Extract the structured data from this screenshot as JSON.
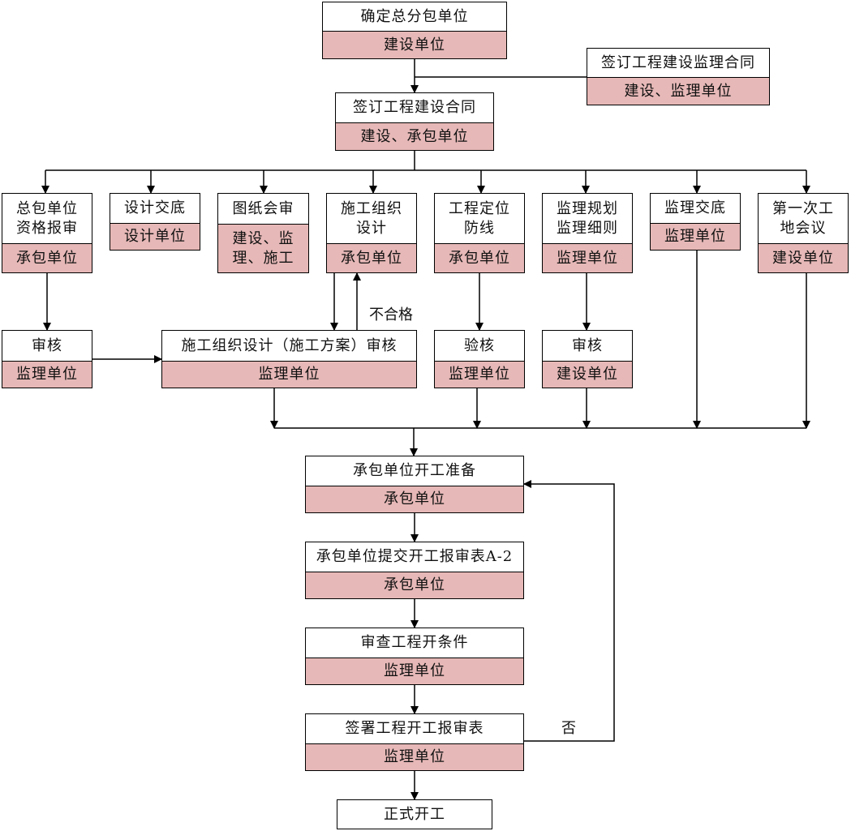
{
  "diagram": {
    "nodes": {
      "n1": {
        "title": "确定总分包单位",
        "actor": "建设单位"
      },
      "n2": {
        "title": "签订工程建设监理合同",
        "actor": "建设、监理单位"
      },
      "n3": {
        "title": "签订工程建设合同",
        "actor": "建设、承包单位"
      },
      "n4": {
        "title": "总包单位\n资格报审",
        "actor": "承包单位"
      },
      "n5": {
        "title": "设计交底",
        "actor": "设计单位"
      },
      "n6": {
        "title": "图纸会审",
        "actor": "建设、监\n理、施工"
      },
      "n7": {
        "title": "施工组织\n设计",
        "actor": "承包单位"
      },
      "n8": {
        "title": "工程定位\n防线",
        "actor": "承包单位"
      },
      "n9": {
        "title": "监理规划\n监理细则",
        "actor": "监理单位"
      },
      "n10": {
        "title": "监理交底",
        "actor": "监理单位"
      },
      "n11": {
        "title": "第一次工\n地会议",
        "actor": "建设单位"
      },
      "n12": {
        "title": "审核",
        "actor": "监理单位"
      },
      "n13": {
        "title": "施工组织设计（施工方案）审核",
        "actor": "监理单位"
      },
      "n14": {
        "title": "验核",
        "actor": "监理单位"
      },
      "n15": {
        "title": "审核",
        "actor": "建设单位"
      },
      "n16": {
        "title": "承包单位开工准备",
        "actor": "承包单位"
      },
      "n17": {
        "title": "承包单位提交开工报审表A-2",
        "actor": "承包单位"
      },
      "n18": {
        "title": "审查工程开条件",
        "actor": "监理单位"
      },
      "n19": {
        "title": "签署工程开工报审表",
        "actor": "监理单位"
      },
      "n20": {
        "title": "正式开工"
      }
    },
    "edge_labels": {
      "rejected": "不合格",
      "no": "否"
    },
    "colors": {
      "actor_fill": "#e6b8b7",
      "line": "#000000"
    }
  }
}
